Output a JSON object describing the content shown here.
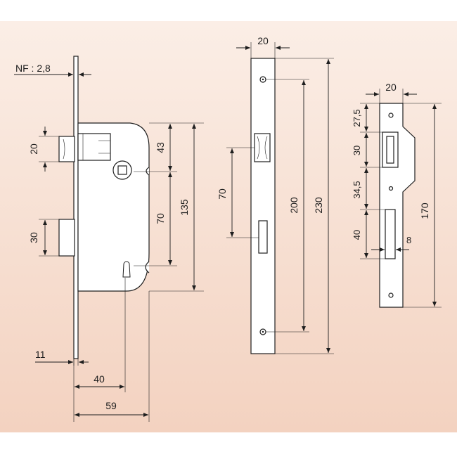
{
  "figure": {
    "background_top": "#fbeee6",
    "background_bottom": "#f3d2c0",
    "line_color": "#1e1e1e"
  },
  "lock_body": {
    "faceplate_thickness": "NF : 2,8",
    "latch_height": "20",
    "bolt_height": "30",
    "spindle_offset": "43",
    "center_distance": "70",
    "case_height": "135",
    "bolt_throw": "11",
    "keyhole_backset": "40",
    "case_depth": "59"
  },
  "faceplate": {
    "width": "20",
    "latch_to_bolt": "70",
    "screw_distance": "200",
    "plate_length": "230"
  },
  "strike_plate": {
    "width": "20",
    "top_offset": "27,5",
    "latch_opening": "30",
    "gap": "34,5",
    "bolt_opening": "40",
    "depth": "8",
    "plate_length": "170"
  }
}
